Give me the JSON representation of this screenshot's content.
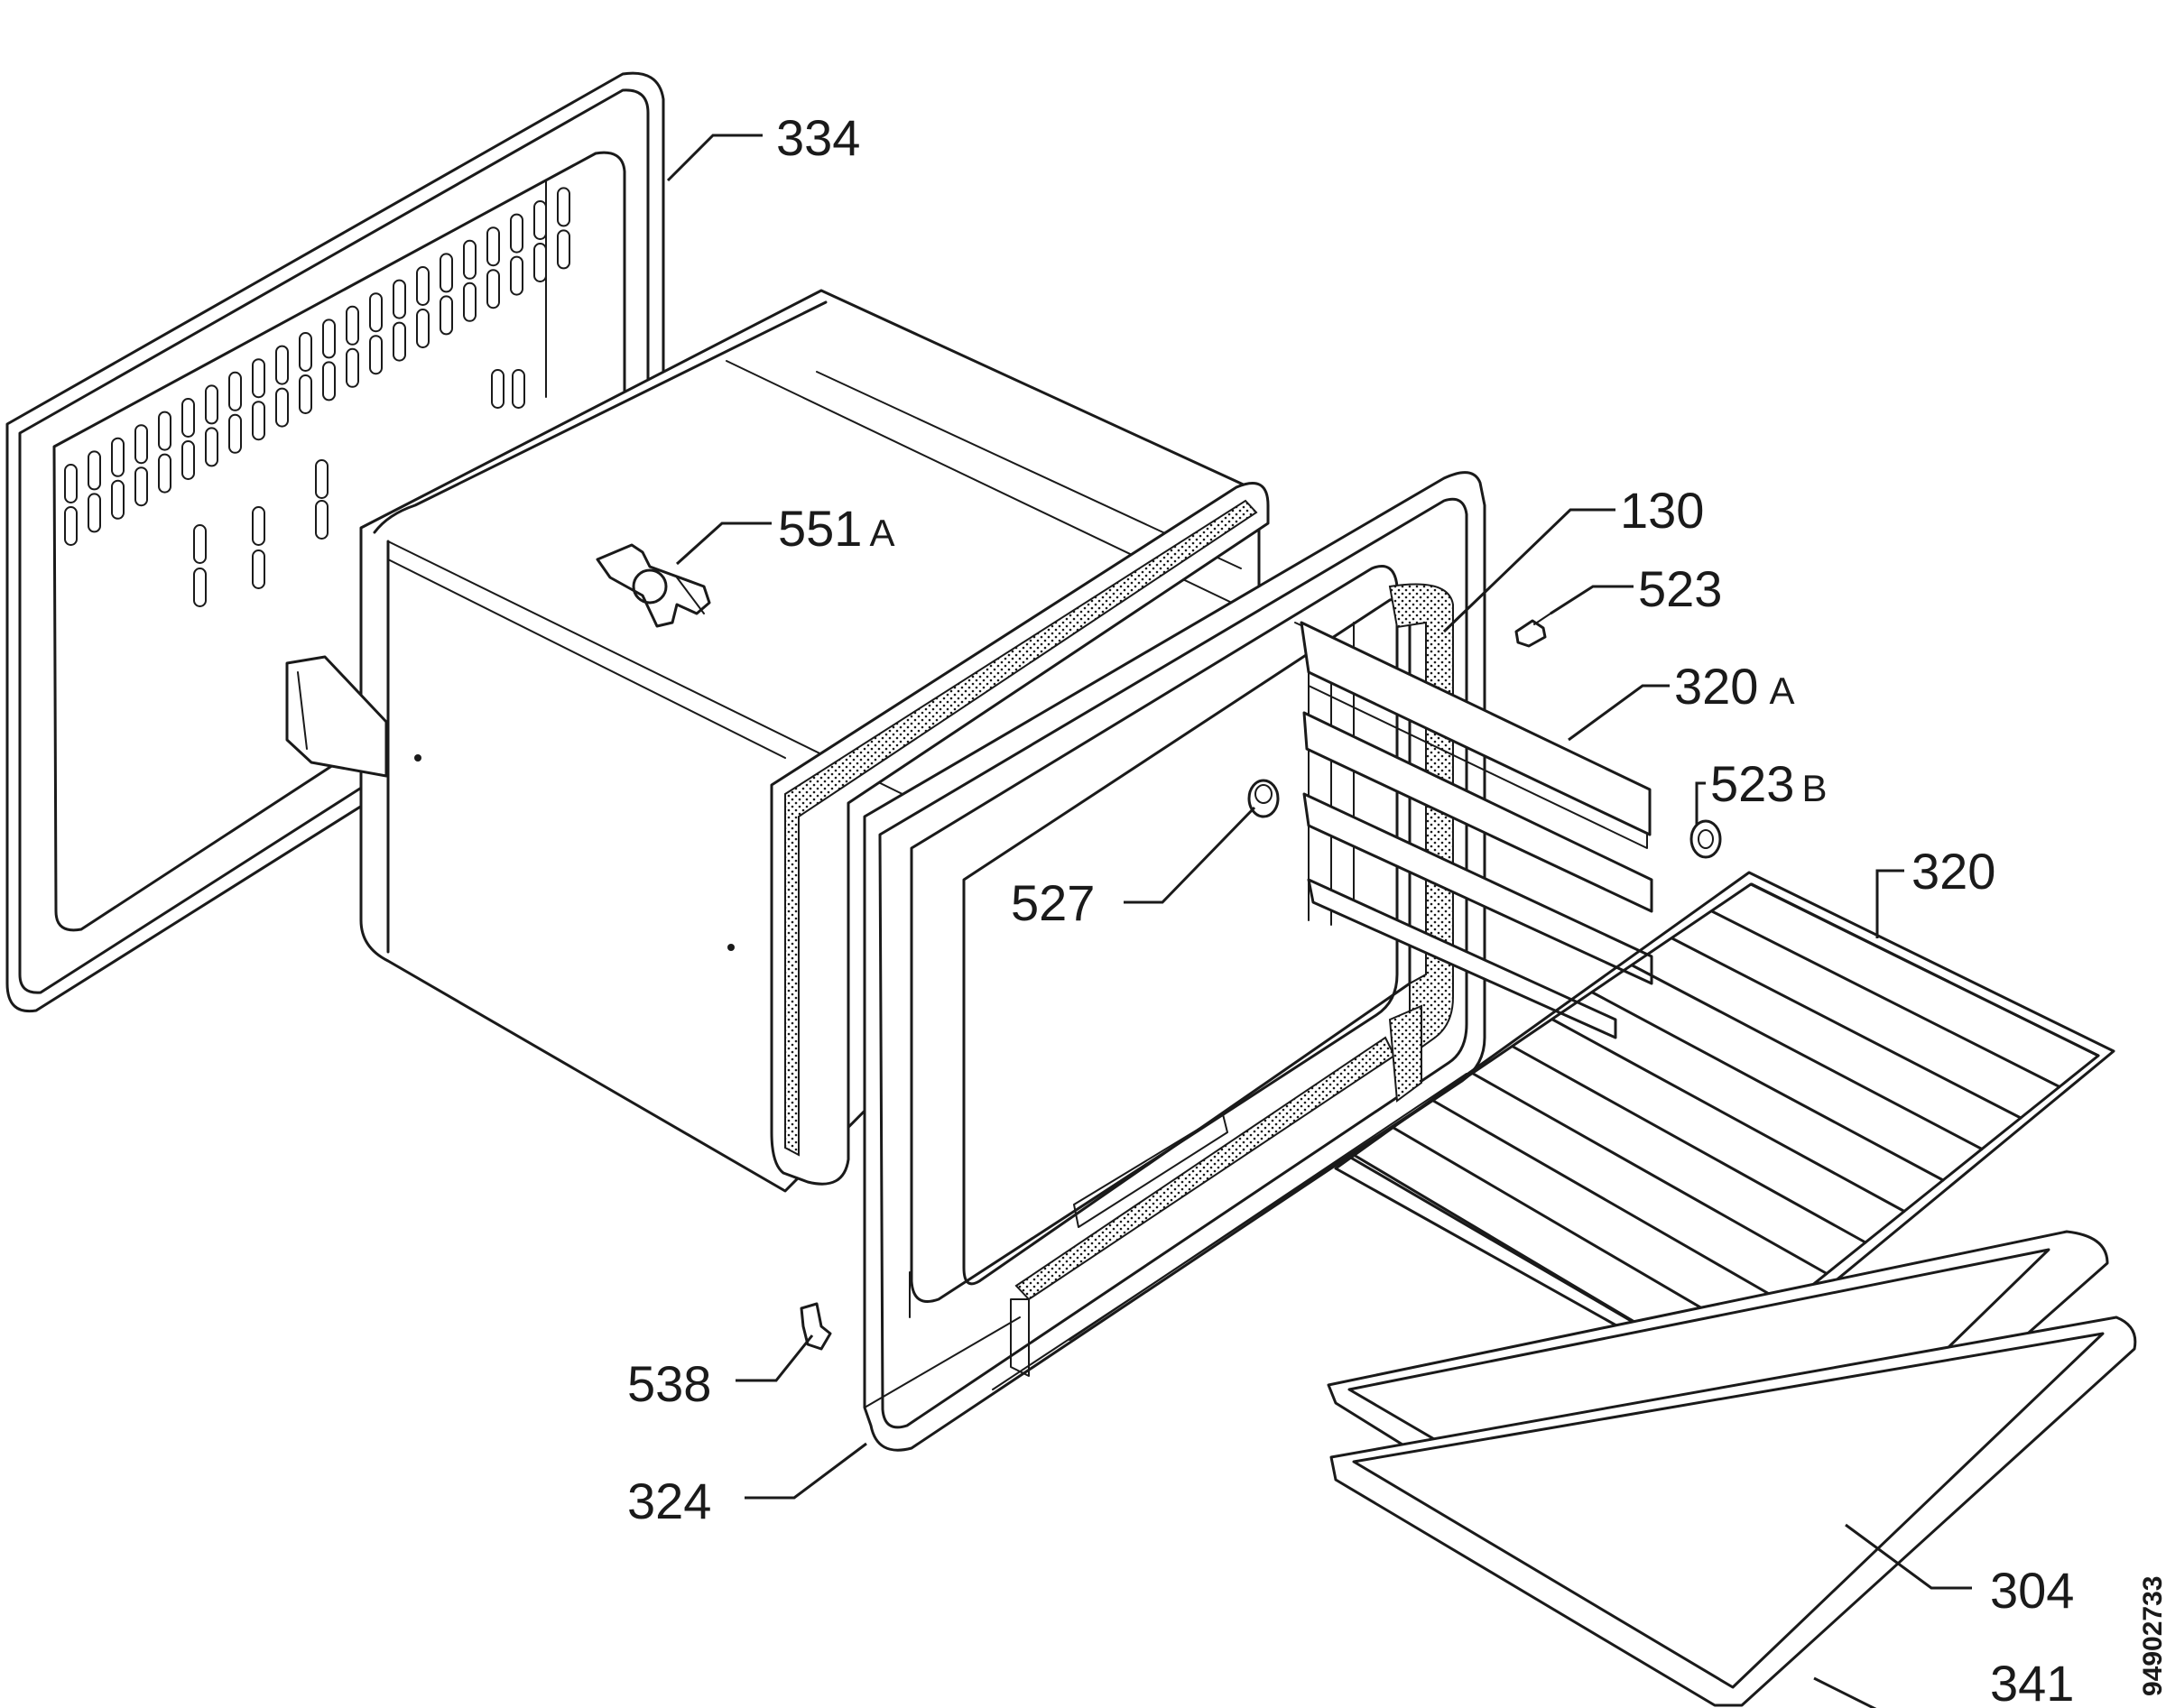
{
  "diagram": {
    "document_number": "94902733",
    "parts": [
      {
        "id": "p334",
        "number": "334",
        "suffix": ""
      },
      {
        "id": "p551a",
        "number": "551",
        "suffix": "A"
      },
      {
        "id": "p130",
        "number": "130",
        "suffix": ""
      },
      {
        "id": "p523",
        "number": "523",
        "suffix": ""
      },
      {
        "id": "p320a",
        "number": "320",
        "suffix": "A"
      },
      {
        "id": "p523b",
        "number": "523",
        "suffix": "B"
      },
      {
        "id": "p320",
        "number": "320",
        "suffix": ""
      },
      {
        "id": "p527",
        "number": "527",
        "suffix": ""
      },
      {
        "id": "p538",
        "number": "538",
        "suffix": ""
      },
      {
        "id": "p324",
        "number": "324",
        "suffix": ""
      },
      {
        "id": "p304",
        "number": "304",
        "suffix": ""
      },
      {
        "id": "p341",
        "number": "341",
        "suffix": ""
      }
    ]
  },
  "colors": {
    "ink": "#1a1a1a",
    "paper": "#ffffff"
  }
}
